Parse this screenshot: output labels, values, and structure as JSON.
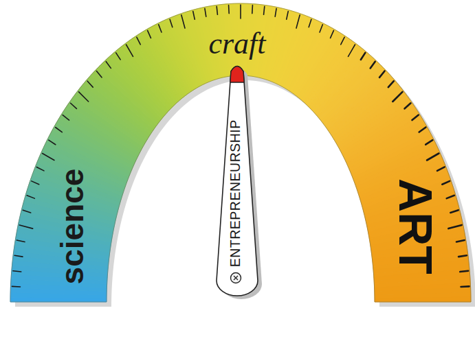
{
  "diagram": {
    "nodes": [
      {
        "text": [
          "ENTREPRENEURSHIP"
        ]
      }
    ],
    "labels": [
      "science",
      "craft",
      "ART"
    ]
  }
}
